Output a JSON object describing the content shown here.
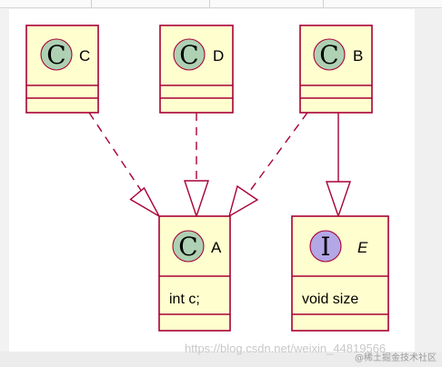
{
  "diagram": {
    "classes": [
      {
        "id": "C",
        "stereotype_letter": "C",
        "name": "C",
        "italic": false,
        "circle_color": "#add1b2",
        "members": []
      },
      {
        "id": "D",
        "stereotype_letter": "C",
        "name": "D",
        "italic": false,
        "circle_color": "#add1b2",
        "members": []
      },
      {
        "id": "B",
        "stereotype_letter": "C",
        "name": "B",
        "italic": false,
        "circle_color": "#add1b2",
        "members": []
      },
      {
        "id": "A",
        "stereotype_letter": "C",
        "name": "A",
        "italic": false,
        "circle_color": "#add1b2",
        "members": [
          "int c;"
        ]
      },
      {
        "id": "E",
        "stereotype_letter": "I",
        "name": "E",
        "italic": true,
        "circle_color": "#b4a7e5",
        "members": [
          "void size"
        ]
      }
    ],
    "relations": [
      {
        "from": "C",
        "to": "A",
        "kind": "realization"
      },
      {
        "from": "D",
        "to": "A",
        "kind": "realization"
      },
      {
        "from": "B",
        "to": "A",
        "kind": "realization"
      },
      {
        "from": "B",
        "to": "E",
        "kind": "inheritance"
      }
    ],
    "colors": {
      "border": "#a80036",
      "fill": "#fefece",
      "class_circle": "#add1b2",
      "interface_circle": "#b4a7e5"
    }
  },
  "watermark": {
    "url": "https://blog.csdn.net/weixin_44819566",
    "badge": "@稀土掘金技术社区"
  }
}
